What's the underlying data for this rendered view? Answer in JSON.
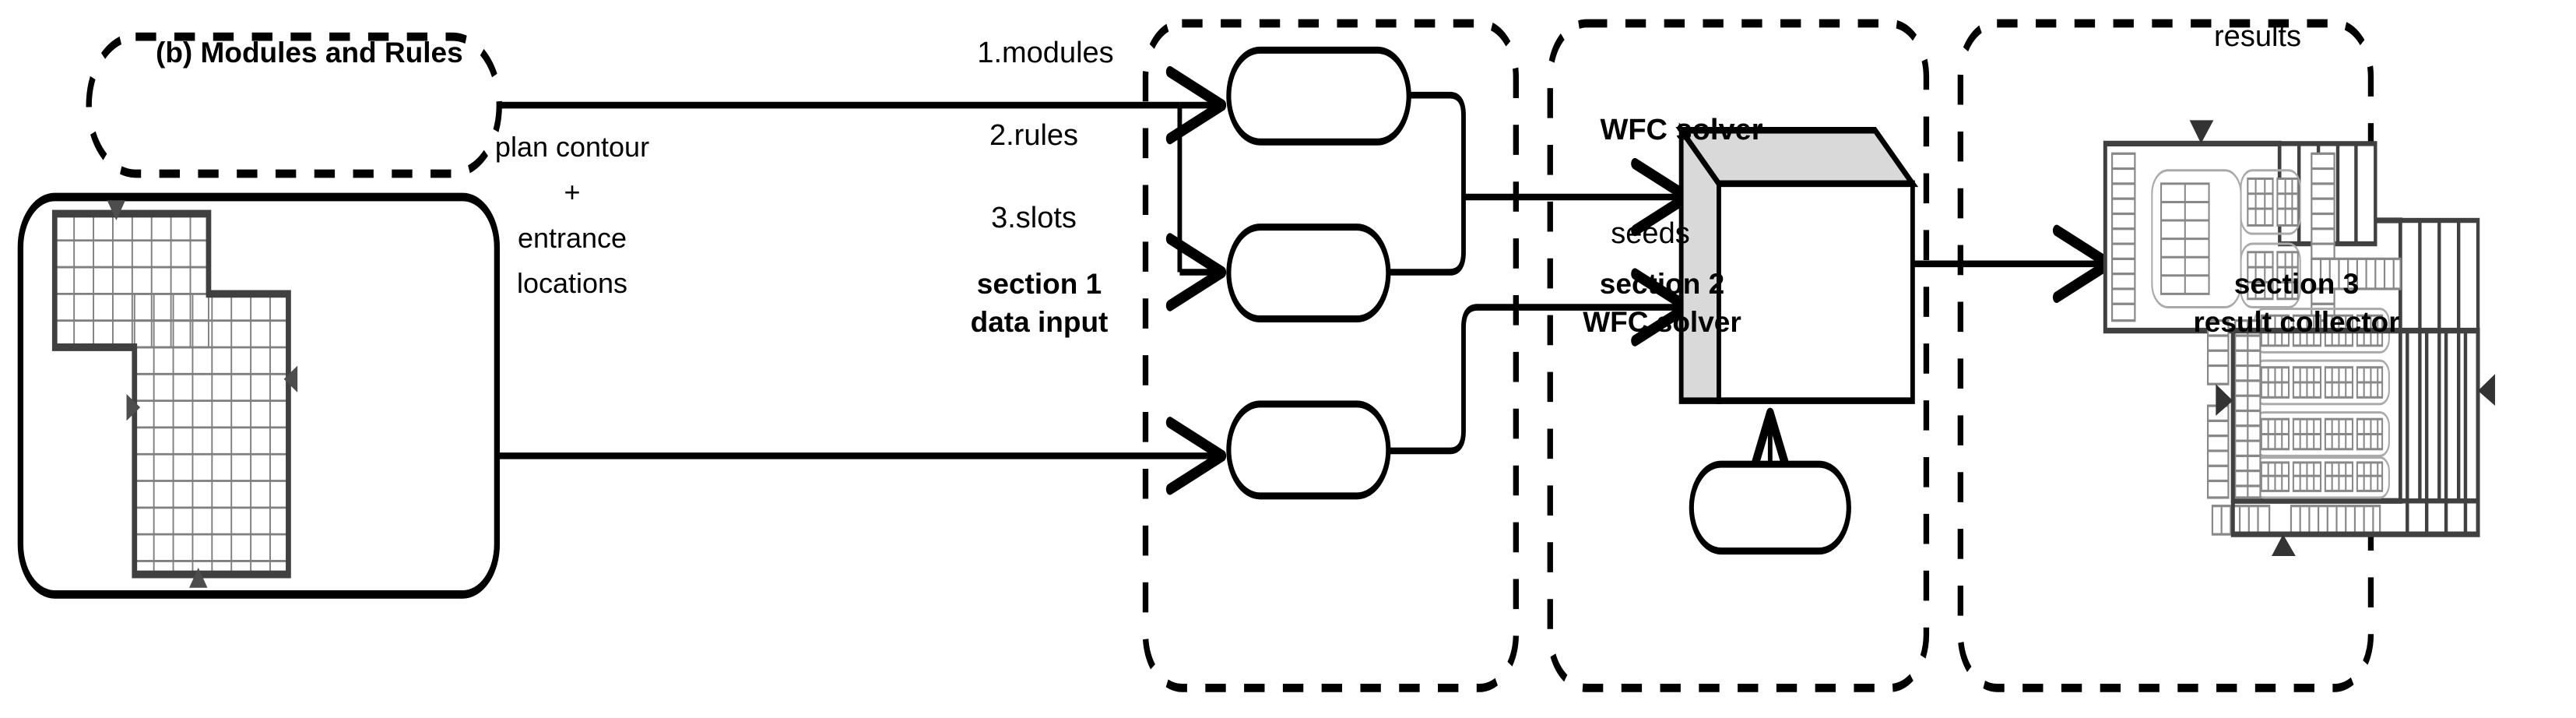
{
  "figure": {
    "caption": "(b) Modules and Rules",
    "input_box": {
      "label_lines": "plan contour\n+\nentrance\nlocations"
    },
    "section1": {
      "title": "section 1",
      "subtitle": "data input",
      "nodes": [
        {
          "id": "modules",
          "label": "1.modules"
        },
        {
          "id": "rules",
          "label": "2.rules"
        },
        {
          "id": "slots",
          "label": "3.slots"
        }
      ]
    },
    "section2": {
      "title": "section 2",
      "subtitle": "WFC solver",
      "solver_label": "WFC solver",
      "seeds_label": "seeds"
    },
    "section3": {
      "title": "section 3",
      "subtitle": "result collector",
      "results_label": "results"
    },
    "colors": {
      "stroke": "#000000",
      "solver_face": "#ffffff",
      "solver_shade": "#d9d9d9",
      "grid_line": "#7f7f7f",
      "contour": "#404040",
      "background": "#ffffff"
    }
  }
}
